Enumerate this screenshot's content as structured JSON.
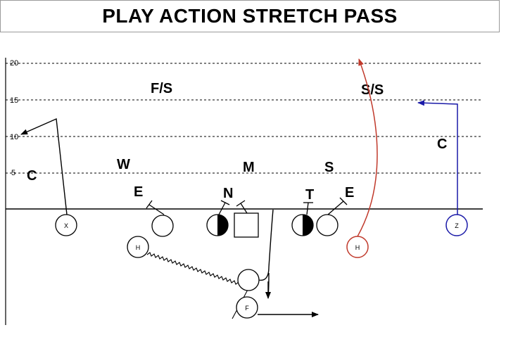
{
  "title": "PLAY ACTION STRETCH PASS",
  "yard_markers": [
    "5",
    "10",
    "15",
    "20"
  ],
  "defense": {
    "free_safety": "F/S",
    "strong_safety": "S/S",
    "corner_left": "C",
    "corner_right": "C",
    "will_backer": "W",
    "mike_backer": "M",
    "sam_backer": "S",
    "end_left": "E",
    "nose": "N",
    "tackle": "T",
    "end_right": "E"
  },
  "offense": {
    "x_receiver": "X",
    "z_receiver": "Z",
    "h_back_left": "H",
    "h_back_right": "H",
    "fullback": "F"
  },
  "colors": {
    "line": "#000000",
    "h_route": "#c0392b",
    "z_route": "#1a1aa8",
    "title_border": "#9a9a9a"
  }
}
